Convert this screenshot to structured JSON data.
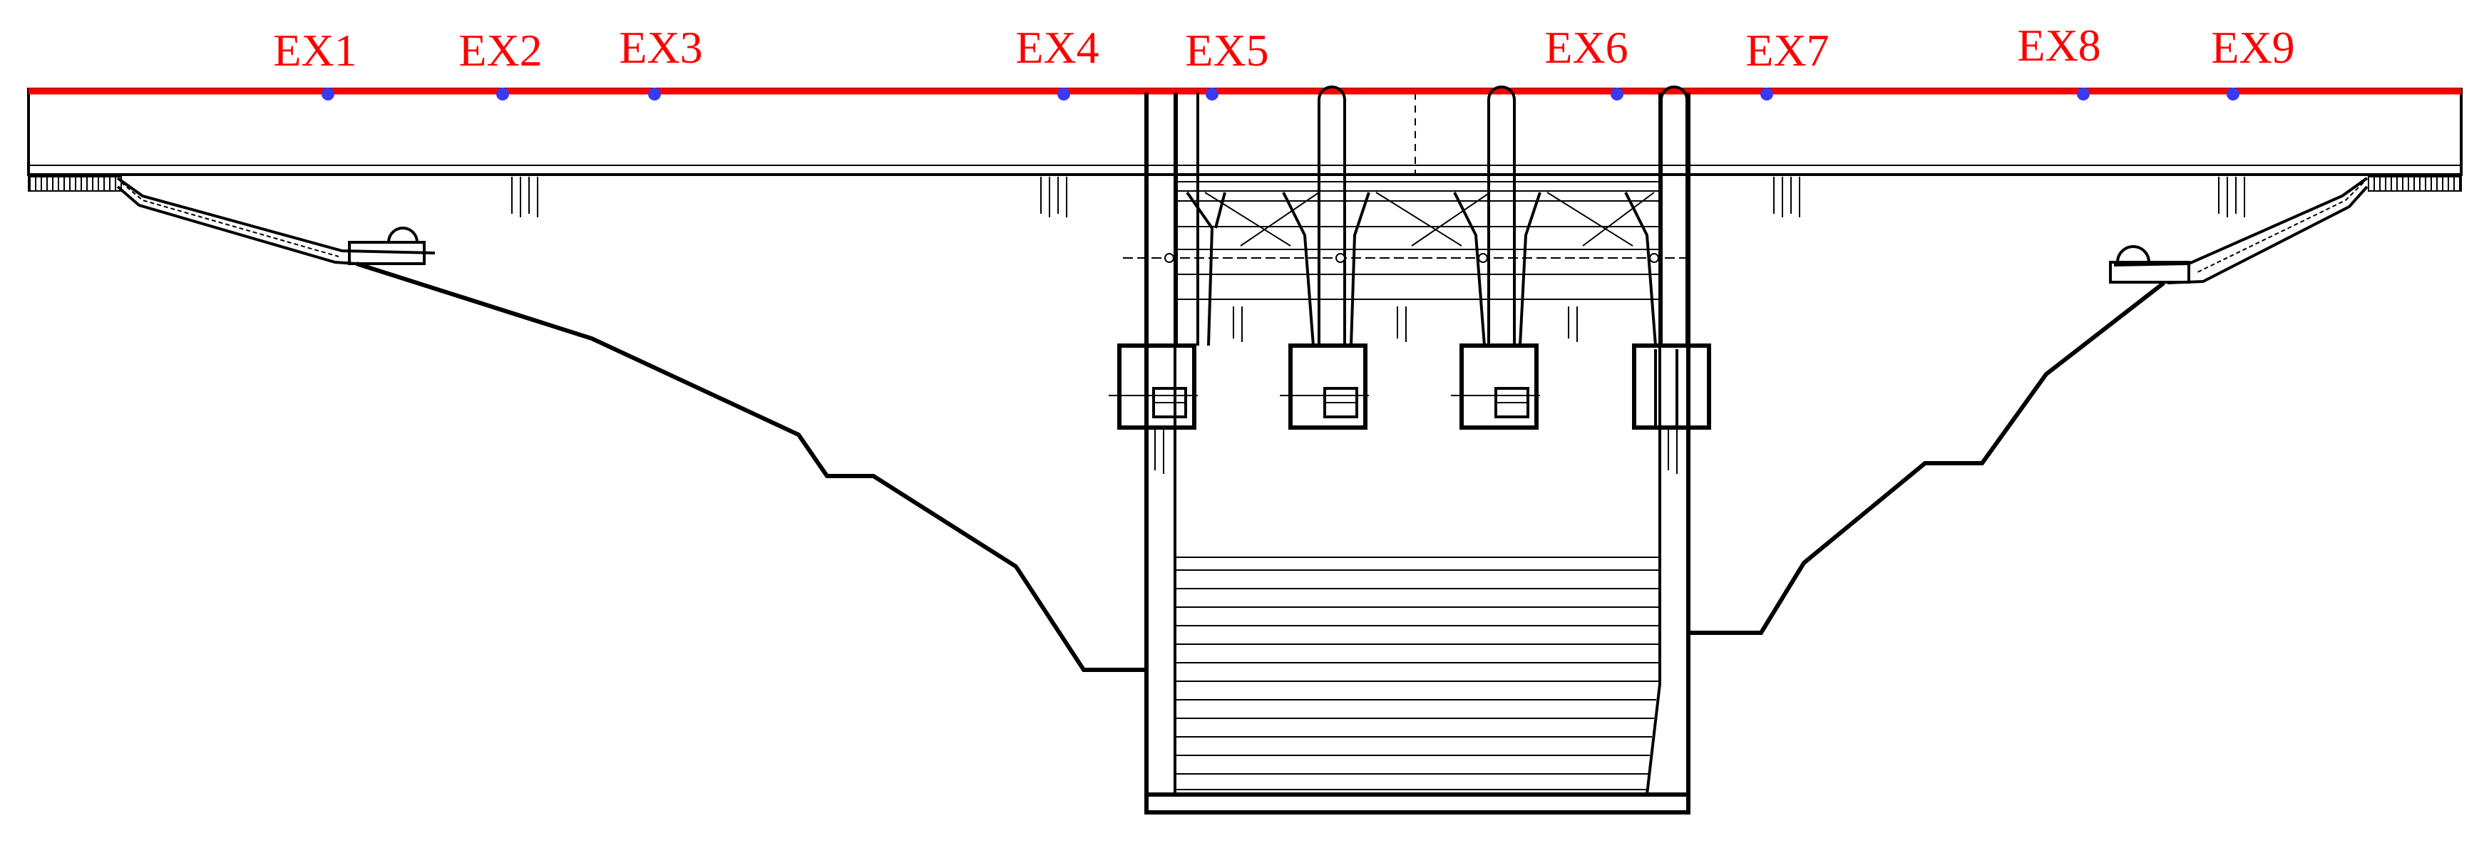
{
  "colors": {
    "line": "#000000",
    "deck_top": "#ff0000",
    "point": "#3a3af0",
    "label": "#ff0000",
    "background": "#ffffff"
  },
  "points": [
    {
      "label": "EX1"
    },
    {
      "label": "EX2"
    },
    {
      "label": "EX3"
    },
    {
      "label": "EX4"
    },
    {
      "label": "EX5"
    },
    {
      "label": "EX6"
    },
    {
      "label": "EX7"
    },
    {
      "label": "EX8"
    },
    {
      "label": "EX9"
    }
  ]
}
